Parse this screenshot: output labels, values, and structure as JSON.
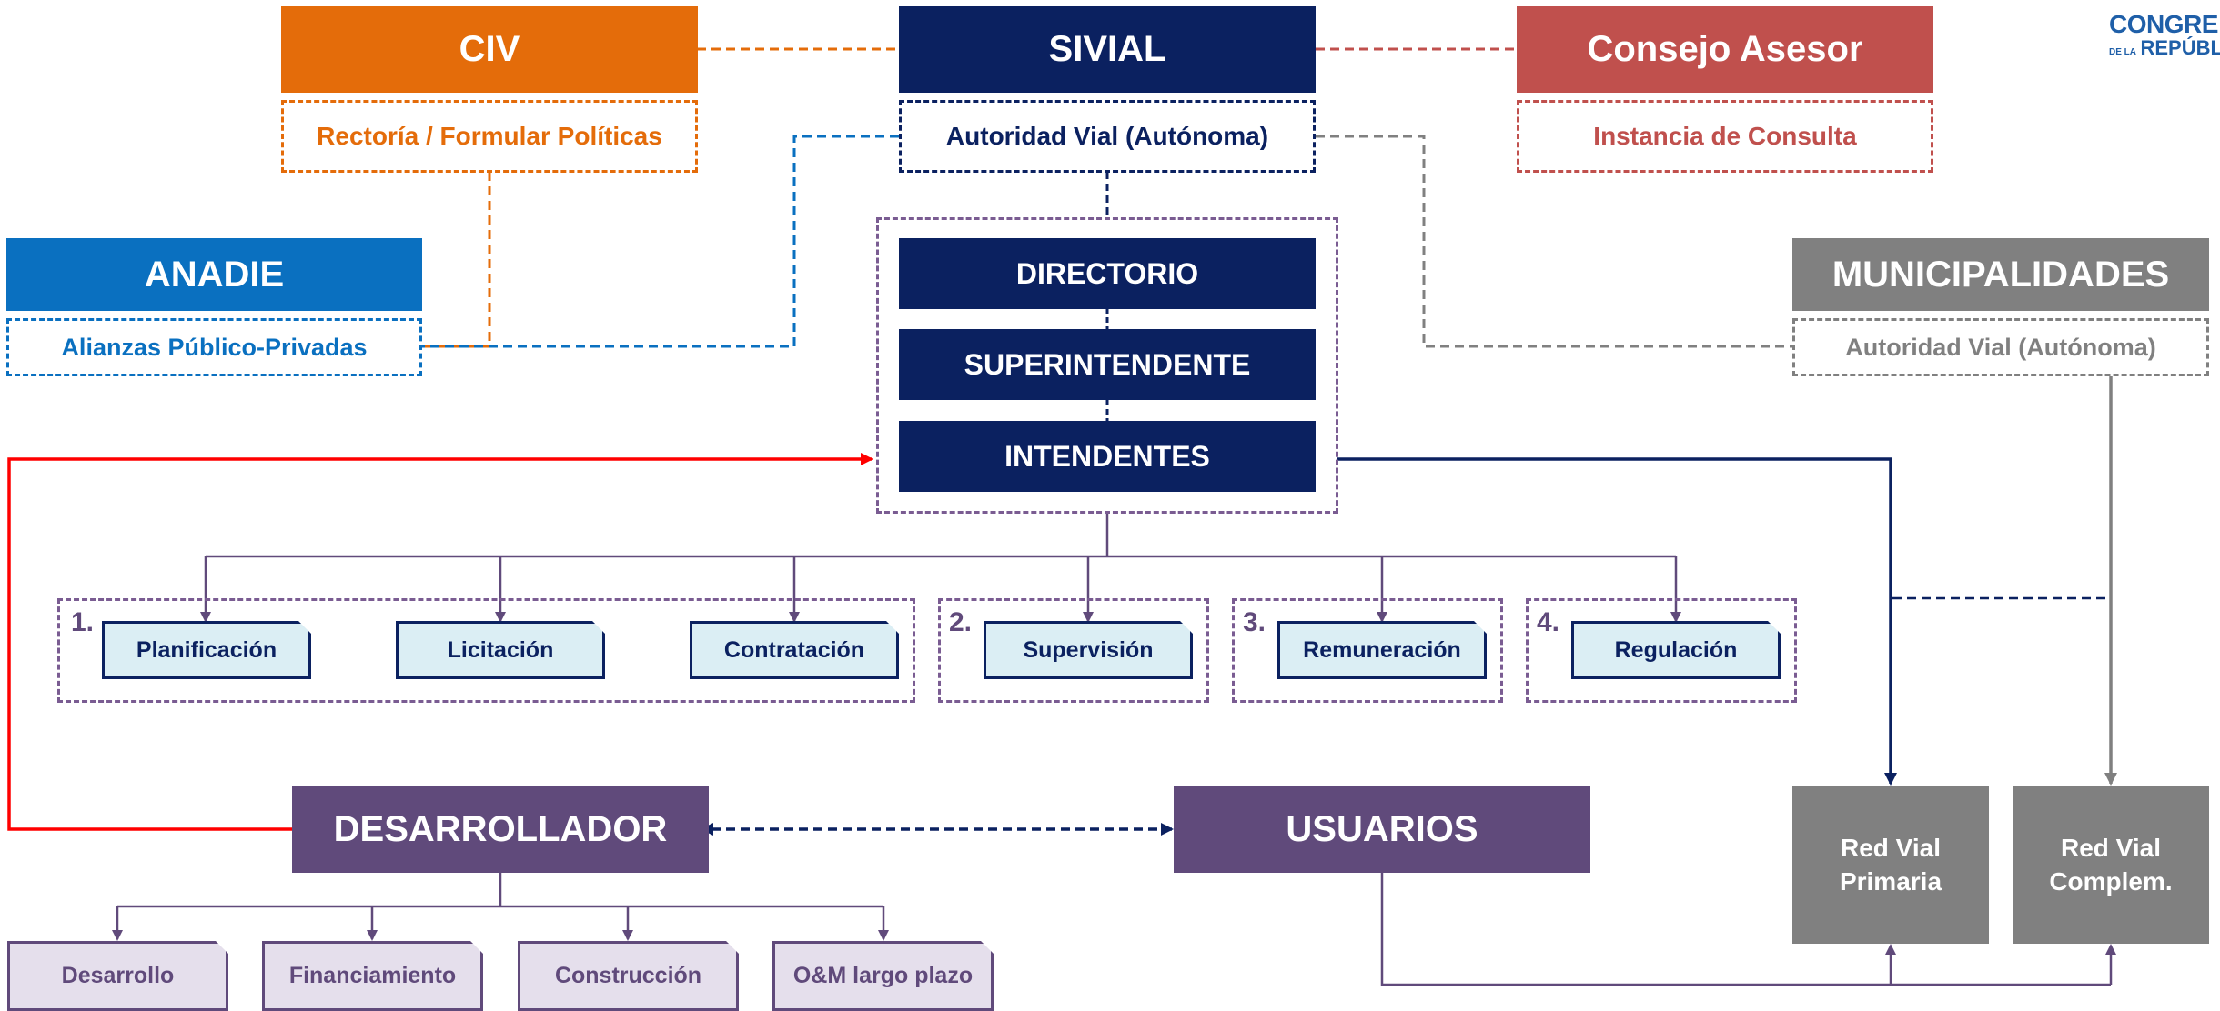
{
  "top": {
    "civ": {
      "title": "CIV",
      "sub": "Rectoría / Formular Políticas"
    },
    "sivial": {
      "title": "SIVIAL",
      "sub": "Autoridad Vial (Autónoma)"
    },
    "consejo": {
      "title": "Consejo Asesor",
      "sub": "Instancia de Consulta"
    }
  },
  "anadie": {
    "title": "ANADIE",
    "sub": "Alianzas Público-Privadas"
  },
  "municipalidades": {
    "title": "MUNICIPALIDADES",
    "sub": "Autoridad Vial (Autónoma)"
  },
  "core": {
    "directorio": "DIRECTORIO",
    "superintendente": "SUPERINTENDENTE",
    "intendentes": "INTENDENTES"
  },
  "groups": [
    {
      "number": "1.",
      "items": [
        "Planificación",
        "Licitación",
        "Contratación"
      ]
    },
    {
      "number": "2.",
      "items": [
        "Supervisión"
      ]
    },
    {
      "number": "3.",
      "items": [
        "Remuneración"
      ]
    },
    {
      "number": "4.",
      "items": [
        "Regulación"
      ]
    }
  ],
  "desarrollador": {
    "title": "DESARROLLADOR",
    "items": [
      "Desarrollo",
      "Financiamiento",
      "Construcción",
      "O&M largo plazo"
    ]
  },
  "usuarios": {
    "title": "USUARIOS"
  },
  "red_vial": {
    "primaria": [
      "Red Vial",
      "Primaria"
    ],
    "complementaria": [
      "Red Vial",
      "Complem."
    ]
  },
  "logo": {
    "line1": "CONGRE",
    "line2_small": "DE LA",
    "line2": "REPÚBL"
  },
  "colors": {
    "navy": "#0b2160",
    "orange": "#e46c0a",
    "red": "#c0504d",
    "blue": "#0a70c0",
    "grey": "#808080",
    "purple": "#604a7b",
    "arrow_red": "#ff0000"
  }
}
